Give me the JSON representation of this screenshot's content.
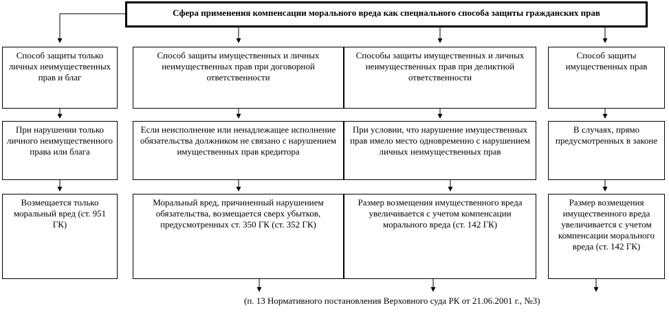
{
  "title": "Сфера применения компенсации морального вреда как специального способа защиты гражданских прав",
  "columns": [
    {
      "scope": "Способ защиты только личных неимущественных прав и благ",
      "condition": "При нарушении только личного неимущественного права или блага",
      "result": "Возмещается только моральный вред (ст. 951 ГК)"
    },
    {
      "scope": "Способ защиты имущественных и личных неимущественных прав при договорной ответственности",
      "condition": "Если неисполнение или ненадлежащее исполнение обязательства должником не связано с нарушением имущественных прав кредитора",
      "result": "Моральный вред, причиненный нарушением обязательства, возмещается сверх убытков, предусмотренных ст. 350 ГК (ст. 352 ГК)"
    },
    {
      "scope": "Способы защиты имущественных и личных неимущественных прав при деликтной ответственности",
      "condition": "При условии, что нарушение имущественных прав имело место одновременно с нарушением личных неимущественных прав",
      "result": "Размер возмещения имущественного вреда увеличивается с учетом компенсации морального вреда (ст. 142 ГК)"
    },
    {
      "scope": "Способ защиты имущественных прав",
      "condition": "В случаях, прямо предусмотренных в законе",
      "result": "Размер возмещения имущественного вреда увеличивается с учетом компенсации морального вреда (ст. 142 ГК)"
    }
  ],
  "footnote": "(п. 13 Нормативного постановления Верховного суда РК от 21.06.2001 г., №3)"
}
